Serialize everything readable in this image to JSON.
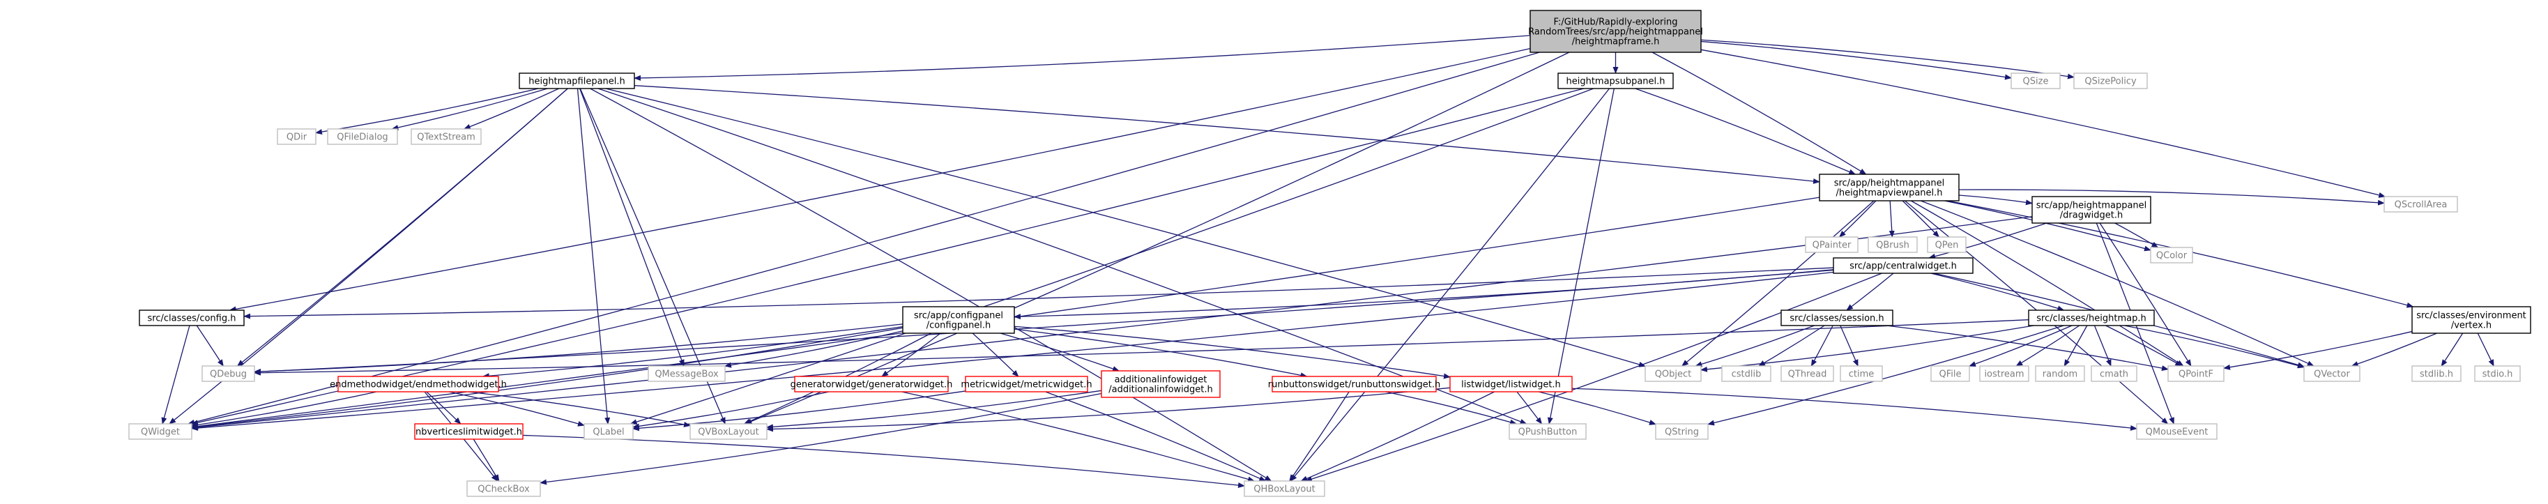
{
  "colors": {
    "root_fill": "#bfbfbf",
    "root_stroke": "#000000",
    "file_stroke": "#000000",
    "incomplete_stroke": "#ff0000",
    "external_stroke": "#bfbfbf",
    "external_text": "#7f7f7f",
    "edge": "#191970"
  },
  "nodes": {
    "root": {
      "lines": [
        "F:/GitHub/Rapidly-exploring",
        "RandomTrees/src/app/heightmappanel",
        "/heightmapframe.h"
      ],
      "kind": "root"
    },
    "hmpanel": {
      "lines": [
        "heightmapfilepanel.h"
      ],
      "kind": "file"
    },
    "hmsubpanel": {
      "lines": [
        "heightmapsubpanel.h"
      ],
      "kind": "file"
    },
    "qsize": {
      "lines": [
        "QSize"
      ],
      "kind": "external"
    },
    "qsizepolicy": {
      "lines": [
        "QSizePolicy"
      ],
      "kind": "external"
    },
    "qdir": {
      "lines": [
        "QDir"
      ],
      "kind": "external"
    },
    "qfiledialog": {
      "lines": [
        "QFileDialog"
      ],
      "kind": "external"
    },
    "qtextstream": {
      "lines": [
        "QTextStream"
      ],
      "kind": "external"
    },
    "hmviewpanel": {
      "lines": [
        "src/app/heightmappanel",
        "/heightmapviewpanel.h"
      ],
      "kind": "file"
    },
    "qpainter": {
      "lines": [
        "QPainter"
      ],
      "kind": "external"
    },
    "qbrush": {
      "lines": [
        "QBrush"
      ],
      "kind": "external"
    },
    "qpen": {
      "lines": [
        "QPen"
      ],
      "kind": "external"
    },
    "dragwidget": {
      "lines": [
        "src/app/heightmappanel",
        "/dragwidget.h"
      ],
      "kind": "file"
    },
    "qscrollarea": {
      "lines": [
        "QScrollArea"
      ],
      "kind": "external"
    },
    "qcolor": {
      "lines": [
        "QColor"
      ],
      "kind": "external"
    },
    "centralwidget": {
      "lines": [
        "src/app/centralwidget.h"
      ],
      "kind": "file"
    },
    "config": {
      "lines": [
        "src/classes/config.h"
      ],
      "kind": "file"
    },
    "configpanel": {
      "lines": [
        "src/app/configpanel",
        "/configpanel.h"
      ],
      "kind": "file"
    },
    "session": {
      "lines": [
        "src/classes/session.h"
      ],
      "kind": "file"
    },
    "heightmap": {
      "lines": [
        "src/classes/heightmap.h"
      ],
      "kind": "file"
    },
    "vertex": {
      "lines": [
        "src/classes/environment",
        "/vertex.h"
      ],
      "kind": "file"
    },
    "qdebug": {
      "lines": [
        "QDebug"
      ],
      "kind": "external"
    },
    "qmessagebox": {
      "lines": [
        "QMessageBox"
      ],
      "kind": "external"
    },
    "endmethod": {
      "lines": [
        "endmethodwidget/endmethodwidget.h"
      ],
      "kind": "incomplete"
    },
    "genwidget": {
      "lines": [
        "generatorwidget/generatorwidget.h"
      ],
      "kind": "incomplete"
    },
    "metricwidget": {
      "lines": [
        "metricwidget/metricwidget.h"
      ],
      "kind": "incomplete"
    },
    "addinfo": {
      "lines": [
        "additionalinfowidget",
        "/additionalinfowidget.h"
      ],
      "kind": "incomplete"
    },
    "runbuttons": {
      "lines": [
        "runbuttonswidget/runbuttonswidget.h"
      ],
      "kind": "incomplete"
    },
    "listwidget": {
      "lines": [
        "listwidget/listwidget.h"
      ],
      "kind": "incomplete"
    },
    "qobject": {
      "lines": [
        "QObject"
      ],
      "kind": "external"
    },
    "cstdlib": {
      "lines": [
        "cstdlib"
      ],
      "kind": "external"
    },
    "qthread": {
      "lines": [
        "QThread"
      ],
      "kind": "external"
    },
    "ctime": {
      "lines": [
        "ctime"
      ],
      "kind": "external"
    },
    "qfile": {
      "lines": [
        "QFile"
      ],
      "kind": "external"
    },
    "iostream": {
      "lines": [
        "iostream"
      ],
      "kind": "external"
    },
    "random": {
      "lines": [
        "random"
      ],
      "kind": "external"
    },
    "cmath": {
      "lines": [
        "cmath"
      ],
      "kind": "external"
    },
    "qpointf": {
      "lines": [
        "QPointF"
      ],
      "kind": "external"
    },
    "qvector": {
      "lines": [
        "QVector"
      ],
      "kind": "external"
    },
    "stdlib": {
      "lines": [
        "stdlib.h"
      ],
      "kind": "external"
    },
    "stdio": {
      "lines": [
        "stdio.h"
      ],
      "kind": "external"
    },
    "qwidget": {
      "lines": [
        "QWidget"
      ],
      "kind": "external"
    },
    "nbverts": {
      "lines": [
        "nbverticeslimitwidget.h"
      ],
      "kind": "incomplete"
    },
    "qlabel": {
      "lines": [
        "QLabel"
      ],
      "kind": "external"
    },
    "qvboxlayout": {
      "lines": [
        "QVBoxLayout"
      ],
      "kind": "external"
    },
    "qcheckbox": {
      "lines": [
        "QCheckBox"
      ],
      "kind": "external"
    },
    "qhboxlayout": {
      "lines": [
        "QHBoxLayout"
      ],
      "kind": "external"
    },
    "qpushbutton": {
      "lines": [
        "QPushButton"
      ],
      "kind": "external"
    },
    "qstring": {
      "lines": [
        "QString"
      ],
      "kind": "external"
    },
    "qmouseevent": {
      "lines": [
        "QMouseEvent"
      ],
      "kind": "external"
    }
  },
  "edges": [
    [
      "root",
      "qwidget"
    ],
    [
      "root",
      "config"
    ],
    [
      "root",
      "hmpanel"
    ],
    [
      "root",
      "qvboxlayout"
    ],
    [
      "root",
      "hmsubpanel"
    ],
    [
      "root",
      "hmviewpanel"
    ],
    [
      "root",
      "qsize"
    ],
    [
      "root",
      "qsizepolicy"
    ],
    [
      "root",
      "qscrollarea"
    ],
    [
      "hmpanel",
      "qdir"
    ],
    [
      "hmpanel",
      "qfiledialog"
    ],
    [
      "hmpanel",
      "qtextstream"
    ],
    [
      "hmpanel",
      "hmviewpanel"
    ],
    [
      "hmpanel",
      "qwidget"
    ],
    [
      "hmpanel",
      "qdebug"
    ],
    [
      "hmpanel",
      "qlabel"
    ],
    [
      "hmpanel",
      "qvboxlayout"
    ],
    [
      "hmpanel",
      "qmessagebox"
    ],
    [
      "hmpanel",
      "qhboxlayout"
    ],
    [
      "hmpanel",
      "qpushbutton"
    ],
    [
      "hmpanel",
      "qobject"
    ],
    [
      "hmsubpanel",
      "hmviewpanel"
    ],
    [
      "hmsubpanel",
      "qwidget"
    ],
    [
      "hmsubpanel",
      "qlabel"
    ],
    [
      "hmsubpanel",
      "qpushbutton"
    ],
    [
      "hmsubpanel",
      "qhboxlayout"
    ],
    [
      "hmviewpanel",
      "qpainter"
    ],
    [
      "hmviewpanel",
      "qbrush"
    ],
    [
      "hmviewpanel",
      "qpen"
    ],
    [
      "hmviewpanel",
      "dragwidget"
    ],
    [
      "hmviewpanel",
      "qscrollarea"
    ],
    [
      "hmviewpanel",
      "qcolor"
    ],
    [
      "hmviewpanel",
      "qpointf"
    ],
    [
      "hmviewpanel",
      "qvector"
    ],
    [
      "hmviewpanel",
      "qmouseevent"
    ],
    [
      "hmviewpanel",
      "vertex"
    ],
    [
      "hmviewpanel",
      "qwidget"
    ],
    [
      "hmviewpanel",
      "qobject"
    ],
    [
      "dragwidget",
      "centralwidget"
    ],
    [
      "dragwidget",
      "qcolor"
    ],
    [
      "dragwidget",
      "qpointf"
    ],
    [
      "dragwidget",
      "qmouseevent"
    ],
    [
      "dragwidget",
      "qwidget"
    ],
    [
      "centralwidget",
      "config"
    ],
    [
      "centralwidget",
      "configpanel"
    ],
    [
      "centralwidget",
      "session"
    ],
    [
      "centralwidget",
      "heightmap"
    ],
    [
      "centralwidget",
      "qwidget"
    ],
    [
      "centralwidget",
      "qhboxlayout"
    ],
    [
      "centralwidget",
      "qvector"
    ],
    [
      "centralwidget",
      "qdebug"
    ],
    [
      "config",
      "qdebug"
    ],
    [
      "config",
      "qwidget"
    ],
    [
      "configpanel",
      "qwidget"
    ],
    [
      "configpanel",
      "qdebug"
    ],
    [
      "configpanel",
      "endmethod"
    ],
    [
      "configpanel",
      "genwidget"
    ],
    [
      "configpanel",
      "metricwidget"
    ],
    [
      "configpanel",
      "addinfo"
    ],
    [
      "configpanel",
      "runbuttons"
    ],
    [
      "configpanel",
      "listwidget"
    ],
    [
      "configpanel",
      "qvboxlayout"
    ],
    [
      "configpanel",
      "qmessagebox"
    ],
    [
      "session",
      "qobject"
    ],
    [
      "session",
      "cstdlib"
    ],
    [
      "session",
      "qthread"
    ],
    [
      "session",
      "ctime"
    ],
    [
      "session",
      "qpointf"
    ],
    [
      "heightmap",
      "qfile"
    ],
    [
      "heightmap",
      "iostream"
    ],
    [
      "heightmap",
      "random"
    ],
    [
      "heightmap",
      "cmath"
    ],
    [
      "heightmap",
      "qpointf"
    ],
    [
      "heightmap",
      "qvector"
    ],
    [
      "heightmap",
      "qstring"
    ],
    [
      "heightmap",
      "qdebug"
    ],
    [
      "heightmap",
      "qobject"
    ],
    [
      "vertex",
      "qpointf"
    ],
    [
      "vertex",
      "qvector"
    ],
    [
      "vertex",
      "stdlib"
    ],
    [
      "vertex",
      "stdio"
    ],
    [
      "endmethod",
      "qwidget"
    ],
    [
      "endmethod",
      "nbverts"
    ],
    [
      "endmethod",
      "qlabel"
    ],
    [
      "endmethod",
      "qvboxlayout"
    ],
    [
      "endmethod",
      "qcheckbox"
    ],
    [
      "nbverts",
      "qcheckbox"
    ],
    [
      "nbverts",
      "qhboxlayout"
    ],
    [
      "genwidget",
      "qlabel"
    ],
    [
      "genwidget",
      "qhboxlayout"
    ],
    [
      "metricwidget",
      "qlabel"
    ],
    [
      "metricwidget",
      "qhboxlayout"
    ],
    [
      "addinfo",
      "qvboxlayout"
    ],
    [
      "addinfo",
      "qcheckbox"
    ],
    [
      "runbuttons",
      "qpushbutton"
    ],
    [
      "runbuttons",
      "qhboxlayout"
    ],
    [
      "listwidget",
      "qpushbutton"
    ],
    [
      "listwidget",
      "qvboxlayout"
    ],
    [
      "listwidget",
      "qstring"
    ],
    [
      "listwidget",
      "qhboxlayout"
    ],
    [
      "listwidget",
      "qmouseevent"
    ]
  ]
}
